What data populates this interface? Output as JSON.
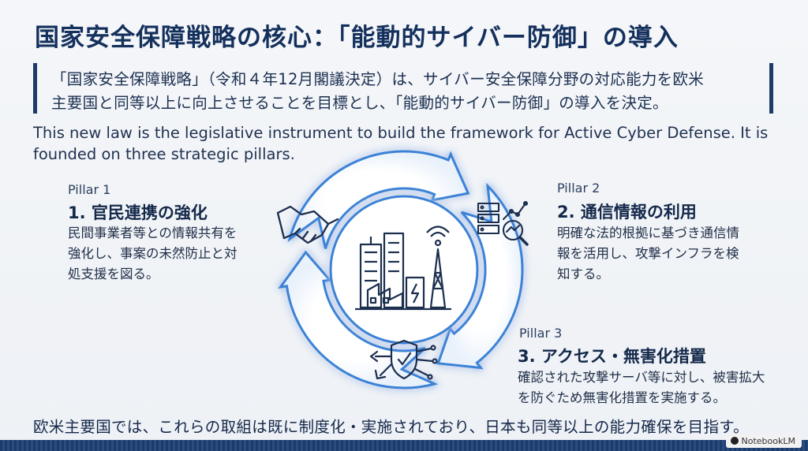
{
  "title": "国家安全保障戦略の核心：「能動的サイバー防御」の導入",
  "summary": {
    "line1": "「国家安全保障戦略」（令和４年12月閣議決定）は、サイバー安全保障分野の対応能力を欧米",
    "line2": "主要国と同等以上に向上させることを目標とし、「能動的サイバー防御」の導入を決定。"
  },
  "english": "This new law is the legislative instrument to build the framework for Active Cyber Defense. It is founded on three strategic pillars.",
  "pillars": [
    {
      "tag": "Pillar 1",
      "heading": "1. 官民連携の強化",
      "desc": [
        "民間事業者等との情報共有を",
        "強化し、事案の未然防止と対",
        "処支援を図る。"
      ],
      "icon": "handshake-icon"
    },
    {
      "tag": "Pillar 2",
      "heading": "2. 通信情報の利用",
      "desc": [
        "明確な法的根拠に基づき通信情",
        "報を活用し、攻撃インフラを検",
        "知する。"
      ],
      "icon": "data-analysis-icon"
    },
    {
      "tag": "Pillar 3",
      "heading": "3. アクセス・無害化措置",
      "desc": [
        "確認された攻撃サーバ等に対し、被害拡大",
        "を防ぐため無害化措置を実施する。"
      ],
      "icon": "shield-network-icon"
    }
  ],
  "center_icon": "city-infrastructure-icon",
  "footer": "欧米主要国では、これらの取組は既に制度化・実施されており、日本も同等以上の能力確保を目指す。",
  "badge": "NotebookLM",
  "colors": {
    "navy": "#14305c",
    "accent_blue": "#3b82d6",
    "background": "#f1f4f8"
  }
}
